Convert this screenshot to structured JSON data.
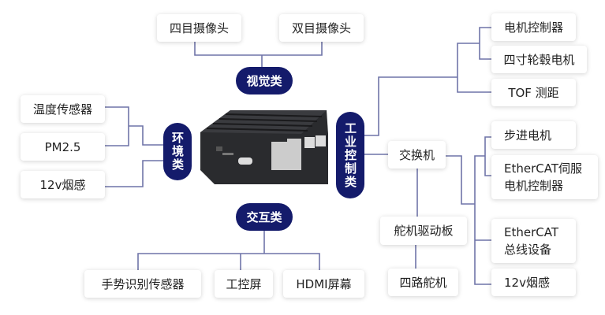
{
  "colors": {
    "pill": "#141b6b",
    "line": "#6f74a8"
  },
  "vision": {
    "label": "视觉类",
    "items": [
      "四目摄像头",
      "双目摄像头"
    ]
  },
  "environment": {
    "label": "环境类",
    "items": [
      "温度传感器",
      "PM2.5",
      "12v烟感"
    ]
  },
  "interaction": {
    "label": "交互类",
    "items": [
      "手势识别传感器",
      "工控屏",
      "HDMI屏幕"
    ]
  },
  "industrial": {
    "label": "工业控制类",
    "motor_items": [
      "电机控制器",
      "四寸轮毂电机",
      "TOF 测距"
    ],
    "switch": "交换机",
    "switch_items": [
      "步进电机",
      "EtherCAT伺服电机控制器",
      "EtherCAT总线设备",
      "12v烟感"
    ],
    "servo_board": "舵机驱动板",
    "servo": "四路舵机"
  }
}
